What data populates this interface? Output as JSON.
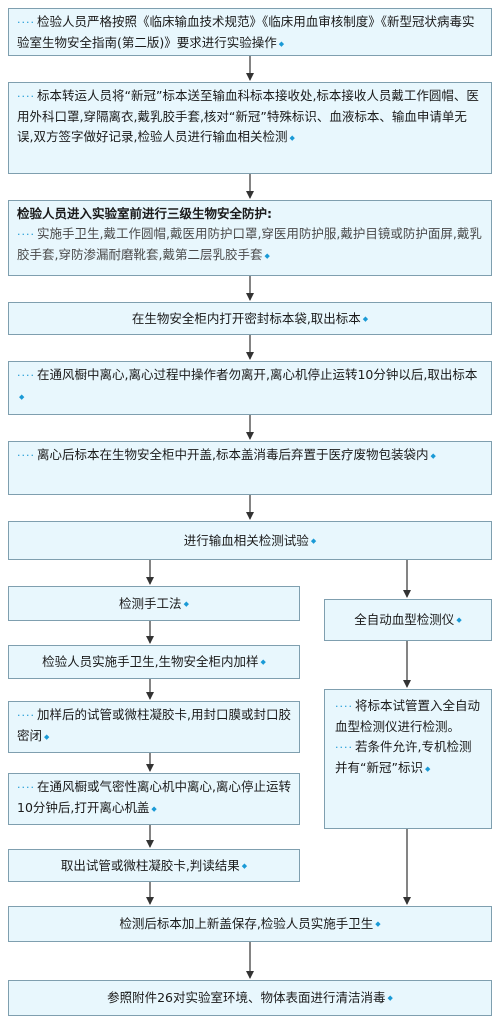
{
  "steps": [
    {
      "text": "检验人员严格按照《临床输血技术规范》《临床用血审核制度》《新型冠状病毒实验室生物安全指南(第二版)》要求进行实验操作"
    },
    {
      "text": "标本转运人员将“新冠”标本送至输血科标本接收处,标本接收人员戴工作圆帽、医用外科口罩,穿隔离衣,戴乳胶手套,核对“新冠”特殊标识、血液标本、输血申请单无误,双方签字做好记录,检验人员进行输血相关检测"
    },
    {
      "title": "检验人员进入实验室前进行三级生物安全防护:",
      "text": "实施手卫生,戴工作圆帽,戴医用防护口罩,穿医用防护服,戴护目镜或防护面屏,戴乳胶手套,穿防渗漏耐磨靴套,戴第二层乳胶手套"
    },
    {
      "text": "在生物安全柜内打开密封标本袋,取出标本"
    },
    {
      "text": "在通风橱中离心,离心过程中操作者勿离开,离心机停止运转10分钟以后,取出标本"
    },
    {
      "text": "离心后标本在生物安全柜中开盖,标本盖消毒后弃置于医疗废物包装袋内"
    },
    {
      "text": "进行输血相关检测试验"
    }
  ],
  "manual": [
    {
      "text": "检测手工法"
    },
    {
      "text": "检验人员实施手卫生,生物安全柜内加样"
    },
    {
      "text": "加样后的试管或微柱凝胶卡,用封口膜或封口胶密闭"
    },
    {
      "text": "在通风橱或气密性离心机中离心,离心停止运转10分钟后,打开离心机盖"
    },
    {
      "text": "取出试管或微柱凝胶卡,判读结果"
    }
  ],
  "auto": {
    "title": "全自动血型检测仪",
    "text1": "将标本试管置入全自动血型检测仪进行检测。",
    "text2": "若条件允许,专机检测并有“新冠”标识"
  },
  "final": [
    {
      "text": "检测后标本加上新盖保存,检验人员实施手卫生"
    },
    {
      "text": "参照附件26对实验室环境、物体表面进行清洁消毒"
    }
  ],
  "colors": {
    "box_fill": "#e8f7fd",
    "box_border": "#7f9faf",
    "arrow": "#333333",
    "marker": "#1a9ad6"
  }
}
